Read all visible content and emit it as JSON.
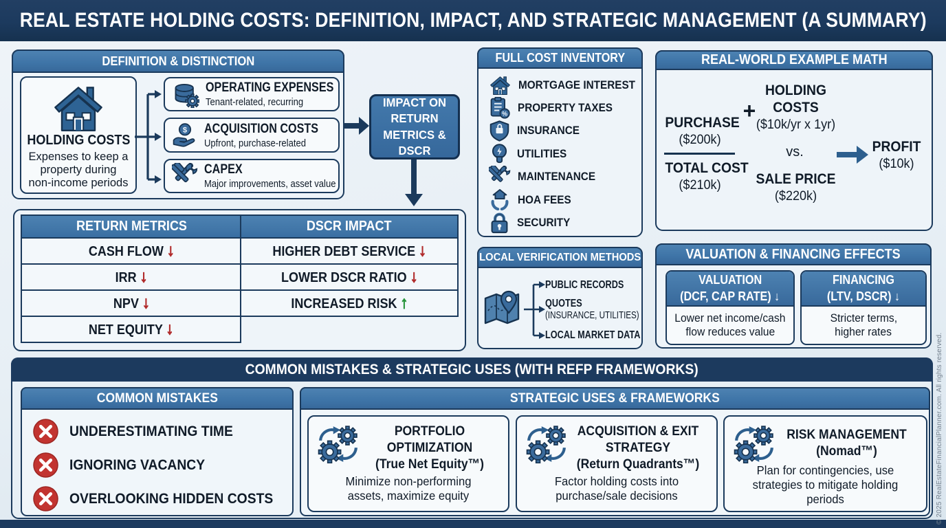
{
  "title": "REAL ESTATE HOLDING COSTS: DEFINITION, IMPACT, AND STRATEGIC MANAGEMENT (A SUMMARY)",
  "colors": {
    "navy": "#1c3a5e",
    "panel_header_blue": "#3e74a7",
    "panel_bg": "#eef4f9",
    "box_bg": "#f7fafc",
    "page_bg": "#d7e3ed",
    "icon_blue": "#33648f",
    "red": "#c23430",
    "arrow_red": "#b12c2c",
    "arrow_green": "#28953c"
  },
  "definition": {
    "header": "DEFINITION & DISTINCTION",
    "holding": {
      "title": "HOLDING COSTS",
      "desc_line1": "Expenses to keep a",
      "desc_line2": "property during",
      "desc_line3": "non-income periods",
      "icon": "house-icon"
    },
    "boxes": [
      {
        "title": "OPERATING EXPENSES",
        "desc": "Tenant-related, recurring",
        "icon": "coins-gear-icon"
      },
      {
        "title": "ACQUISITION COSTS",
        "desc": "Upfront, purchase-related",
        "icon": "coin-hand-icon"
      },
      {
        "title": "CAPEX",
        "desc": "Major improvements, asset value",
        "icon": "hammer-wrench-icon"
      }
    ],
    "impact_box": "IMPACT ON RETURN METRICS & DSCR"
  },
  "metrics_table": {
    "headers": [
      "RETURN METRICS",
      "DSCR IMPACT"
    ],
    "rows": [
      {
        "left": "CASH FLOW",
        "left_arrow": "↓",
        "right": "HIGHER DEBT SERVICE",
        "right_arrow": "↓"
      },
      {
        "left": "IRR",
        "left_arrow": "↓",
        "right": "LOWER DSCR RATIO",
        "right_arrow": "↓"
      },
      {
        "left": "NPV",
        "left_arrow": "↓",
        "right": "INCREASED RISK",
        "right_arrow": "↑"
      },
      {
        "left": "NET EQUITY",
        "left_arrow": "↓",
        "right": "",
        "right_arrow": ""
      }
    ]
  },
  "inventory": {
    "header": "FULL COST INVENTORY",
    "items": [
      {
        "label": "MORTGAGE INTEREST",
        "icon": "house-icon"
      },
      {
        "label": "PROPERTY TAXES",
        "icon": "document-percent-icon"
      },
      {
        "label": "INSURANCE",
        "icon": "shield-icon"
      },
      {
        "label": "UTILITIES",
        "icon": "lightbulb-icon"
      },
      {
        "label": "MAINTENANCE",
        "icon": "hammer-wrench-icon"
      },
      {
        "label": "HOA FEES",
        "icon": "hand-house-icon"
      },
      {
        "label": "SECURITY",
        "icon": "padlock-icon"
      }
    ]
  },
  "verification": {
    "header": "LOCAL VERIFICATION METHODS",
    "icon": "map-pin-icon",
    "items": [
      {
        "label": "PUBLIC RECORDS",
        "sub": ""
      },
      {
        "label": "QUOTES",
        "sub": "(INSURANCE, UTILITIES)"
      },
      {
        "label": "LOCAL MARKET DATA",
        "sub": ""
      }
    ]
  },
  "example": {
    "header": "REAL-WORLD EXAMPLE MATH",
    "purchase_label": "PURCHASE",
    "purchase_value": "($200k)",
    "plus": "+",
    "holding_line1": "HOLDING",
    "holding_line2": "COSTS",
    "holding_value": "($10k/yr x 1yr)",
    "total_label": "TOTAL COST",
    "total_value": "($210k)",
    "vs": "vs.",
    "sale_label": "SALE PRICE",
    "sale_value": "($220k)",
    "profit_label": "PROFIT",
    "profit_value": "($10k)"
  },
  "effects": {
    "header": "VALUATION & FINANCING EFFECTS",
    "boxes": [
      {
        "head1": "VALUATION",
        "head2": "(DCF, CAP RATE) ↓",
        "body1": "Lower net income/cash",
        "body2": "flow reduces value"
      },
      {
        "head1": "FINANCING",
        "head2": "(LTV, DSCR) ↓",
        "body1": "Stricter terms,",
        "body2": "higher rates"
      }
    ]
  },
  "bottom": {
    "header": "COMMON MISTAKES & STRATEGIC USES (WITH REFP FRAMEWORKS)",
    "mistakes": {
      "header": "COMMON MISTAKES",
      "items": [
        "UNDERESTIMATING TIME",
        "IGNORING VACANCY",
        "OVERLOOKING HIDDEN COSTS"
      ]
    },
    "strategies": {
      "header": "STRATEGIC USES & FRAMEWORKS",
      "boxes": [
        {
          "icon": "gears-cycle-icon",
          "t1": "PORTFOLIO",
          "t2": "OPTIMIZATION",
          "t3": "(True Net Equity™)",
          "d1": "Minimize non-performing",
          "d2": "assets, maximize equity",
          "d3": ""
        },
        {
          "icon": "gears-cycle-icon",
          "t1": "ACQUISITION & EXIT",
          "t2": "STRATEGY",
          "t3": "(Return Quadrants™)",
          "d1": "Factor holding costs into",
          "d2": "purchase/sale decisions",
          "d3": ""
        },
        {
          "icon": "gears-cycle-icon",
          "t1": "RISK MANAGEMENT",
          "t2": "(Nomad™)",
          "t3": "",
          "d1": "Plan for contingencies, use",
          "d2": "strategies to mitigate holding",
          "d3": "periods"
        }
      ]
    }
  },
  "copyright": "© 2025 RealEstateFinancialPlanner.com. All rights reserved."
}
